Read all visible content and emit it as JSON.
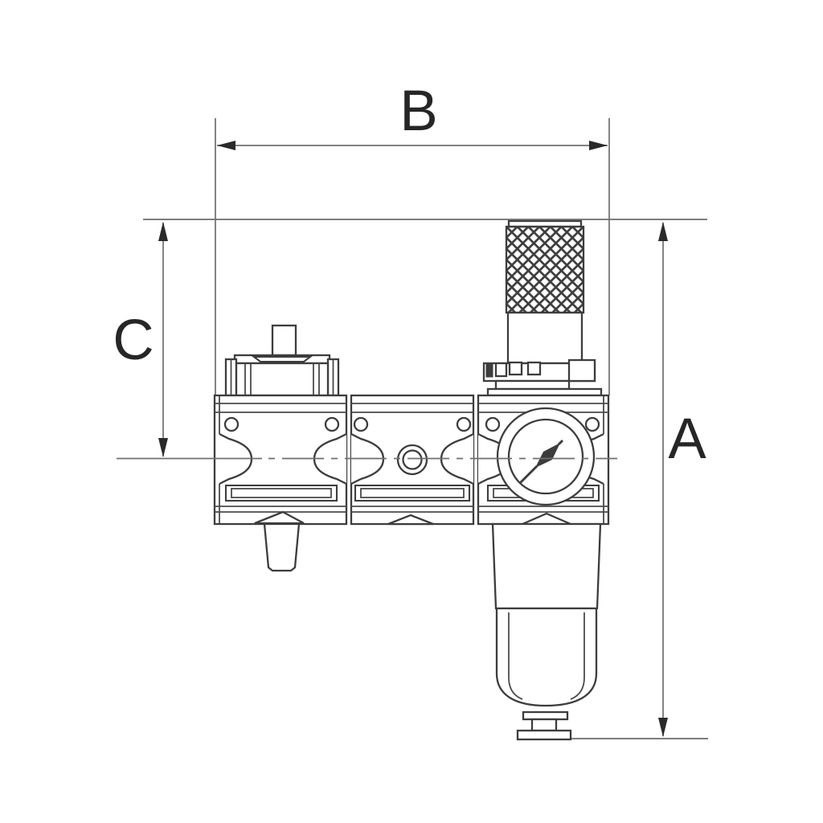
{
  "figure": {
    "type": "technical-dimension-drawing",
    "subject": "air-service-unit-front-view"
  },
  "dimensions": {
    "b": {
      "label": "B",
      "orientation": "horizontal",
      "measures": "overall-width"
    },
    "c": {
      "label": "C",
      "orientation": "vertical",
      "measures": "top-to-centerline-height"
    },
    "a": {
      "label": "A",
      "orientation": "vertical",
      "measures": "overall-height"
    }
  },
  "colors": {
    "background": "#ffffff",
    "part_outline": "#3d3d3d",
    "reference_line": "#7d7d7d",
    "dimension_line": "#6f6f6f",
    "label_text": "#262626"
  }
}
